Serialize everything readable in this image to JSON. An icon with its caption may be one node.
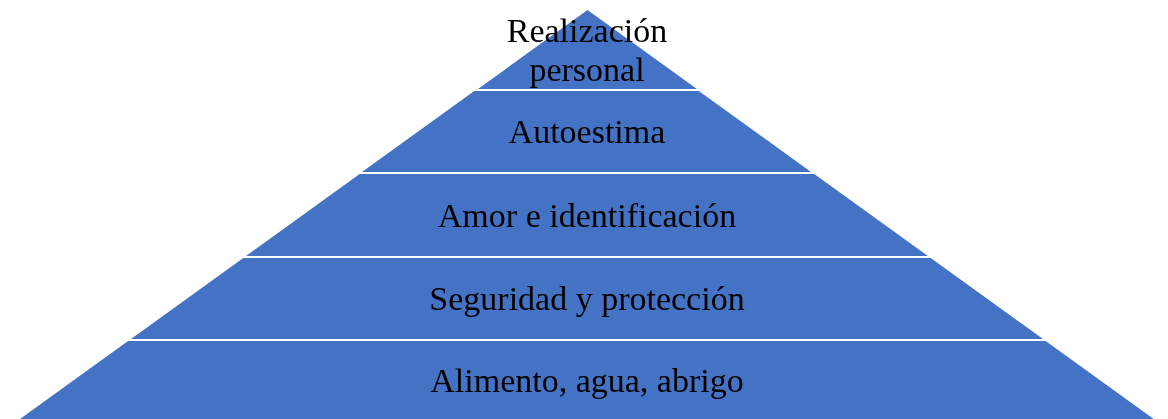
{
  "diagram": {
    "nodes": [
      {
        "text": [
          "Realización personal"
        ]
      },
      {
        "text": [
          "Autoestima"
        ]
      },
      {
        "text": [
          "Amor e identificación"
        ]
      },
      {
        "text": [
          "Seguridad y protección"
        ]
      },
      {
        "text": [
          "Alimento, agua, abrigo"
        ]
      }
    ]
  }
}
